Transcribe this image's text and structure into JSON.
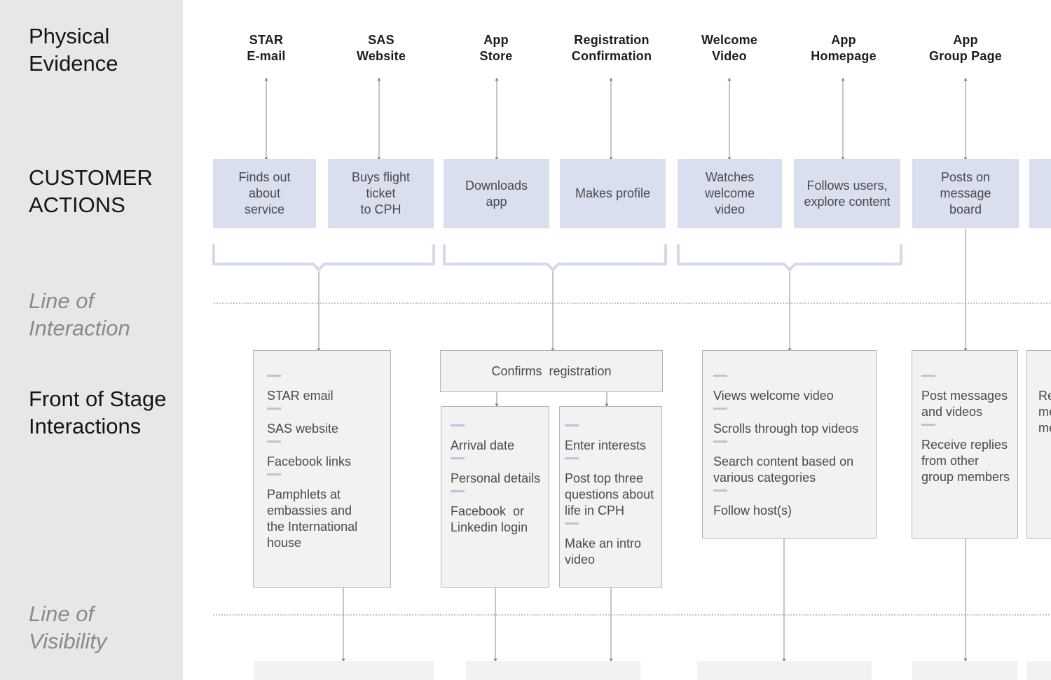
{
  "lanes": {
    "physical_evidence": "Physical Evidence",
    "customer_actions": "CUSTOMER ACTIONS",
    "line_of_interaction": "Line of Interaction",
    "front_of_stage": "Front of Stage Interactions",
    "line_of_visibility": "Line of Visibility"
  },
  "physical_evidence": [
    {
      "line1": "STAR",
      "line2": "E-mail"
    },
    {
      "line1": "SAS",
      "line2": "Website"
    },
    {
      "line1": "App",
      "line2": "Store"
    },
    {
      "line1": "Registration",
      "line2": "Confirmation"
    },
    {
      "line1": "Welcome",
      "line2": "Video"
    },
    {
      "line1": "App",
      "line2": "Homepage"
    },
    {
      "line1": "App",
      "line2": "Group Page"
    }
  ],
  "customer_actions": [
    "Finds out\nabout\nservice",
    "Buys flight\nticket\nto CPH",
    "Downloads\napp",
    "Makes profile",
    "Watches\nwelcome\nvideo",
    "Follows users,\nexplore content",
    "Posts on\nmessage\nboard"
  ],
  "front_stage": {
    "card1": [
      "STAR email",
      "SAS website",
      "Facebook links",
      "Pamphlets at\nembassies and\nthe International\nhouse"
    ],
    "confirm_header": "Confirms  registration",
    "card2a": [
      "Arrival date",
      "Personal details",
      "Facebook  or\nLinkedin login"
    ],
    "card2b": [
      "Enter interests",
      "Post top three\nquestions about\nlife in CPH",
      "Make an intro\nvideo"
    ],
    "card3": [
      "Views welcome video",
      "Scrolls through top videos",
      "Search content based on\nvarious categories",
      "Follow host(s)"
    ],
    "card4": [
      "Post messages\nand videos",
      "Receive replies\nfrom other\ngroup members"
    ],
    "card5_partial": "Re\nme\nme"
  },
  "colors": {
    "sidebar": "#e7e7e5",
    "action_fill": "#d9dfee",
    "bracket": "#d3d9eb",
    "card_fill": "#f2f2f1",
    "dash_accent": "#b9c3e0",
    "connector": "#8a8a8a"
  }
}
